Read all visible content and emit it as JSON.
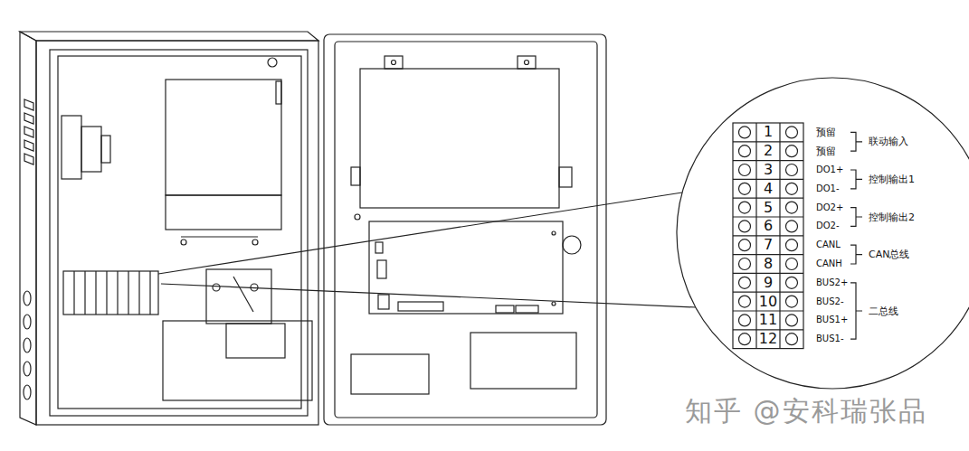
{
  "diagram": {
    "labels": [
      "1",
      "2",
      "3",
      "4",
      "5",
      "6",
      "7",
      "8",
      "9",
      "10",
      "11",
      "12",
      "预留",
      "预留",
      "DO1+",
      "DO1-",
      "DO2+",
      "DO2-",
      "CANL",
      "CANH",
      "BUS2+",
      "BUS2-",
      "BUS1+",
      "BUS1-",
      "联动输入",
      "控制输出1",
      "控制输出2",
      "CAN总线",
      "二总线",
      "知乎 @安科瑞张品"
    ]
  }
}
